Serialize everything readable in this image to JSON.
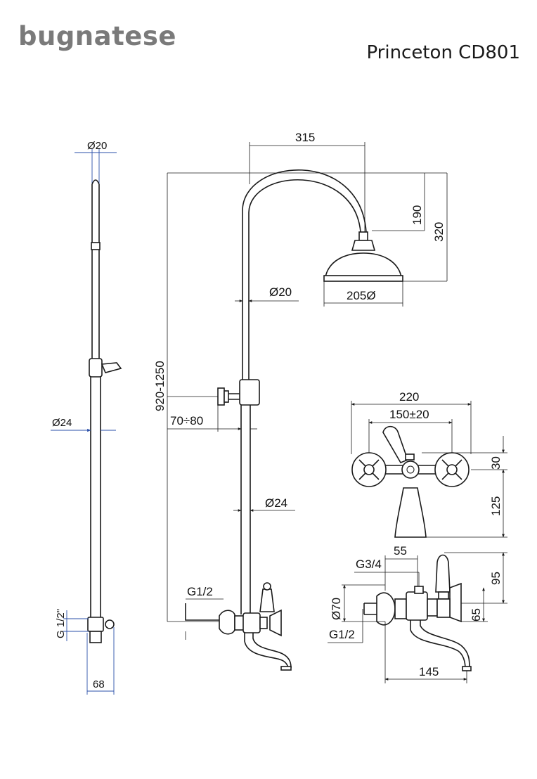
{
  "brand": "bugnatese",
  "model": "Princeton CD801",
  "dimensions": {
    "d20_top": "Ø20",
    "d24_left": "Ø24",
    "g12_left": "G 1/2\"",
    "w68": "68",
    "w315": "315",
    "h190": "190",
    "h320": "320",
    "d20_mid": "Ø20",
    "d205": "205Ø",
    "h920_1250": "920-1250",
    "r70_80": "70÷80",
    "d24_mid": "Ø24",
    "g12_mid": "G1/2",
    "w220": "220",
    "w150": "150±20",
    "h30": "30",
    "h125": "125",
    "w55": "55",
    "g34": "G3/4",
    "h95": "95",
    "d70": "Ø70",
    "h65": "65",
    "g12_right": "G1/2",
    "w145": "145"
  },
  "colors": {
    "line": "#1a1a1a",
    "dimension_blue": "#2a4fa8",
    "brand_grey": "#7a7a7a"
  }
}
